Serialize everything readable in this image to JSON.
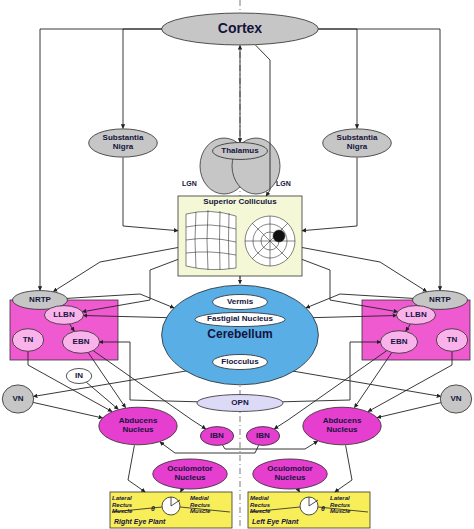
{
  "diagram": {
    "nodes": [
      {
        "text": [
          "Cortex"
        ]
      },
      {
        "text": [
          "Thalamus"
        ]
      },
      {
        "text": [
          "Substantia Nigra"
        ]
      },
      {
        "text": [
          "Substantia Nigra"
        ]
      },
      {
        "text": [
          "Superior Colliculus"
        ]
      },
      {
        "text": [
          "NRTP"
        ]
      },
      {
        "text": [
          "NRTP"
        ]
      },
      {
        "text": [
          "Cerebellum"
        ]
      },
      {
        "text": [
          "Vermis"
        ],
        "in": 7
      },
      {
        "text": [
          "Fastigial Nucleus"
        ],
        "in": 7
      },
      {
        "text": [
          "Flocculus"
        ],
        "in": 7
      },
      {
        "text": [
          "LLBN"
        ]
      },
      {
        "text": [
          "TN"
        ]
      },
      {
        "text": [
          "EBN"
        ]
      },
      {
        "text": [
          "LLBN"
        ]
      },
      {
        "text": [
          "EBN"
        ]
      },
      {
        "text": [
          "TN"
        ]
      },
      {
        "text": [
          "IN"
        ]
      },
      {
        "text": [
          "VN"
        ]
      },
      {
        "text": [
          "VN"
        ]
      },
      {
        "text": [
          "OPN"
        ]
      },
      {
        "text": [
          "IBN"
        ]
      },
      {
        "text": [
          "IBN"
        ]
      },
      {
        "text": [
          "Abducens Nucleus"
        ]
      },
      {
        "text": [
          "Abducens Nucleus"
        ]
      },
      {
        "text": [
          "Oculomotor Nucleus"
        ]
      },
      {
        "text": [
          "Oculomotor Nucleus"
        ]
      },
      {
        "text": [
          "Right Eye Plant"
        ]
      },
      {
        "text": [
          "Left Eye Plant"
        ]
      }
    ],
    "edges": [
      {
        "from": 0,
        "to": 1,
        "arrow": "both"
      },
      {
        "from": 0,
        "to": 2,
        "arrow": "to"
      },
      {
        "from": 0,
        "to": 3,
        "arrow": "to"
      },
      {
        "from": 0,
        "to": 4,
        "arrow": "to"
      },
      {
        "from": 0,
        "to": 5,
        "arrow": "to"
      },
      {
        "from": 0,
        "to": 6,
        "arrow": "to"
      },
      {
        "from": 2,
        "to": 4,
        "arrow": "to"
      },
      {
        "from": 3,
        "to": 4,
        "arrow": "to"
      },
      {
        "from": 4,
        "to": 5,
        "arrow": "to"
      },
      {
        "from": 4,
        "to": 6,
        "arrow": "to"
      },
      {
        "from": 4,
        "to": 7,
        "arrow": "to"
      },
      {
        "from": 5,
        "to": 7,
        "arrow": "to"
      },
      {
        "from": 6,
        "to": 7,
        "arrow": "to"
      },
      {
        "from": 9,
        "to": 11,
        "arrow": "to"
      },
      {
        "from": 9,
        "to": 14,
        "arrow": "to"
      },
      {
        "from": 11,
        "to": 13,
        "arrow": "to"
      },
      {
        "from": 14,
        "to": 15,
        "arrow": "to"
      },
      {
        "from": 20,
        "to": 13,
        "arrow": "to"
      },
      {
        "from": 20,
        "to": 15,
        "arrow": "to"
      },
      {
        "from": 13,
        "to": 23,
        "arrow": "to"
      },
      {
        "from": 15,
        "to": 24,
        "arrow": "to"
      },
      {
        "from": 13,
        "to": 21,
        "arrow": "to"
      },
      {
        "from": 15,
        "to": 22,
        "arrow": "to"
      },
      {
        "from": 21,
        "to": 24,
        "arrow": "to"
      },
      {
        "from": 22,
        "to": 23,
        "arrow": "to"
      },
      {
        "from": 12,
        "to": 23,
        "arrow": "to"
      },
      {
        "from": 16,
        "to": 24,
        "arrow": "to"
      },
      {
        "from": 18,
        "to": 23,
        "arrow": "to"
      },
      {
        "from": 19,
        "to": 24,
        "arrow": "to"
      },
      {
        "from": 17,
        "to": 23,
        "arrow": "to"
      },
      {
        "from": 10,
        "to": 18,
        "arrow": "to"
      },
      {
        "from": 10,
        "to": 19,
        "arrow": "to"
      },
      {
        "from": 23,
        "to": 27,
        "arrow": "to"
      },
      {
        "from": 24,
        "to": 28,
        "arrow": "to"
      },
      {
        "from": 25,
        "to": 27,
        "arrow": "to"
      },
      {
        "from": 26,
        "to": 28,
        "arrow": "to"
      },
      {
        "from": 4,
        "to": 11,
        "arrow": "to"
      },
      {
        "from": 4,
        "to": 14,
        "arrow": "to"
      }
    ],
    "labels": [
      "LGN",
      "LGN",
      "Lateral Rectus Muscle",
      "Medial Rectus Muscle",
      "θ",
      "Medial Rectus Muscle",
      "Lateral Rectus Muscle",
      "θ"
    ]
  }
}
